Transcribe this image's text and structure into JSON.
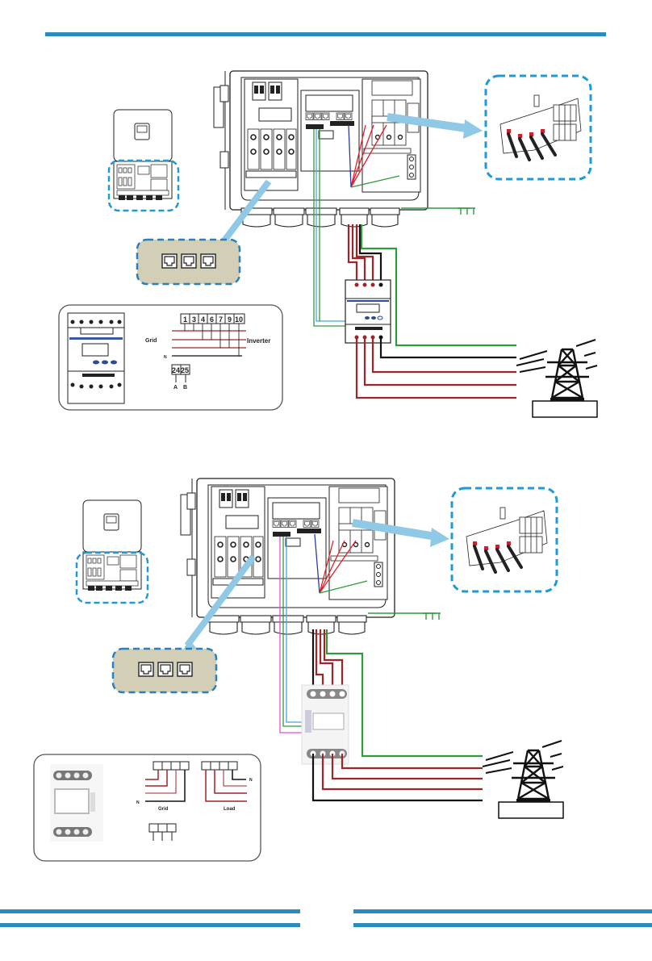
{
  "colors": {
    "accent_rule": "#2a8bbf",
    "dash_border": "#1f9ad6",
    "arrow": "#8fc9e6",
    "port_panel": "#d3cfb6",
    "phase_wire": "#a0252a",
    "internal_phase_wire": "#e0202a",
    "neutral_wire": "#111111",
    "pe_wire": "#2e9a3c",
    "comm_wire_blue": "#4aa3d8",
    "comm_wire_magenta": "#e050d8",
    "internal_blue_wire": "#2a3aa0"
  },
  "diagram_top": {
    "id": "meter-type-a",
    "meter_legend": {
      "terminals": [
        "1",
        "3",
        "4",
        "6",
        "7",
        "9",
        "10"
      ],
      "grid_label": "Grid",
      "inverter_label": "Inverter",
      "neutral_label": "N",
      "comm_terminals": [
        "24",
        "25"
      ],
      "comm_labels": [
        "A",
        "B"
      ]
    }
  },
  "diagram_bottom": {
    "id": "meter-type-b",
    "meter_legend": {
      "grid_label": "Grid",
      "load_label": "Load",
      "neutral_label": "N",
      "grid_terminal_count": 4,
      "load_terminal_count": 4,
      "comm_terminal_count": 3
    }
  },
  "icons": {
    "ground": "ground-symbol-icon",
    "tower": "power-tower-icon",
    "rj45": "rj45-port-icon",
    "breaker": "circuit-breaker-icon",
    "inverter": "inverter-icon",
    "meter": "energy-meter-icon"
  }
}
